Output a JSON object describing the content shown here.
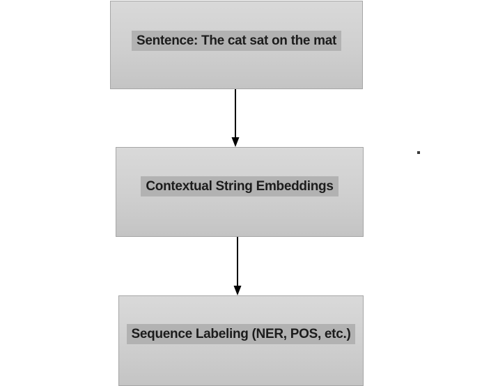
{
  "nodes": [
    {
      "id": "sentence",
      "label": "Sentence: The cat sat on the mat"
    },
    {
      "id": "embeddings",
      "label": "Contextual String Embeddings"
    },
    {
      "id": "labeling",
      "label": "Sequence Labeling (NER, POS, etc.)"
    }
  ],
  "arrows": [
    {
      "from": "sentence",
      "to": "embeddings"
    },
    {
      "from": "embeddings",
      "to": "labeling"
    }
  ],
  "colors": {
    "background": "#ffffff",
    "node_fill_top": "#d9d9d9",
    "node_fill_bottom": "#c4c4c4",
    "node_border": "#a6a6a6",
    "label_highlight": "#b2b2b2",
    "label_text": "#1c1c1c",
    "arrow": "#000000"
  }
}
